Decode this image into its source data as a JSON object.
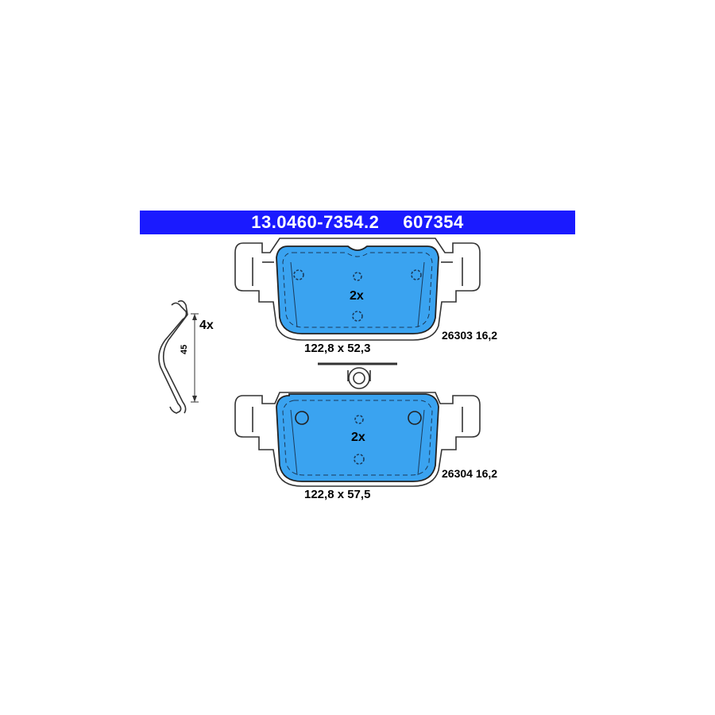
{
  "header": {
    "part_number": "13.0460-7354.2",
    "article_number": "607354"
  },
  "clip": {
    "quantity": "4x",
    "dimension": "45"
  },
  "pads": [
    {
      "quantity": "2x",
      "dimensions": "122,8 x 52,3",
      "code": "26303 16,2"
    },
    {
      "quantity": "2x",
      "dimensions": "122,8 x 57,5",
      "code": "26304 16,2"
    }
  ],
  "colors": {
    "header_bg": "#1a1aff",
    "header_text": "#ffffff",
    "friction_material": "#3aa3f0",
    "outline": "#333333"
  },
  "icons": [
    "brake-pad-drawing",
    "anti-rattle-clip-drawing",
    "wear-indicator-icon"
  ]
}
